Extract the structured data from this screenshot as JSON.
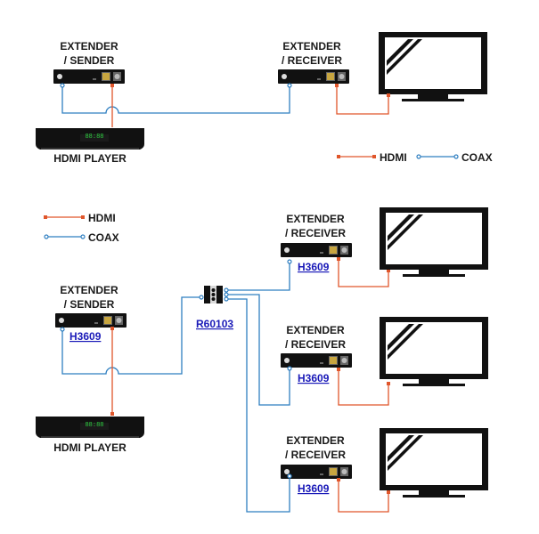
{
  "colors": {
    "hdmi": "#e0562b",
    "coax": "#2f7fc1",
    "device": "#111111"
  },
  "top_diagram": {
    "sender_label_1": "EXTENDER",
    "sender_label_2": "/ SENDER",
    "receiver_label_1": "EXTENDER",
    "receiver_label_2": "/ RECEIVER",
    "player_label": "HDMI PLAYER",
    "player_display": "88:88",
    "legend": {
      "hdmi": "HDMI",
      "coax": "COAX"
    }
  },
  "bottom_diagram": {
    "legend": {
      "hdmi": "HDMI",
      "coax": "COAX"
    },
    "sender_label_1": "EXTENDER",
    "sender_label_2": "/ SENDER",
    "sender_part": "H3609",
    "splitter_part": "R60103",
    "player_label": "HDMI PLAYER",
    "player_display": "88:88",
    "receivers": [
      {
        "label_1": "EXTENDER",
        "label_2": "/ RECEIVER",
        "part": "H3609"
      },
      {
        "label_1": "EXTENDER",
        "label_2": "/ RECEIVER",
        "part": "H3609"
      },
      {
        "label_1": "EXTENDER",
        "label_2": "/ RECEIVER",
        "part": "H3609"
      }
    ]
  }
}
